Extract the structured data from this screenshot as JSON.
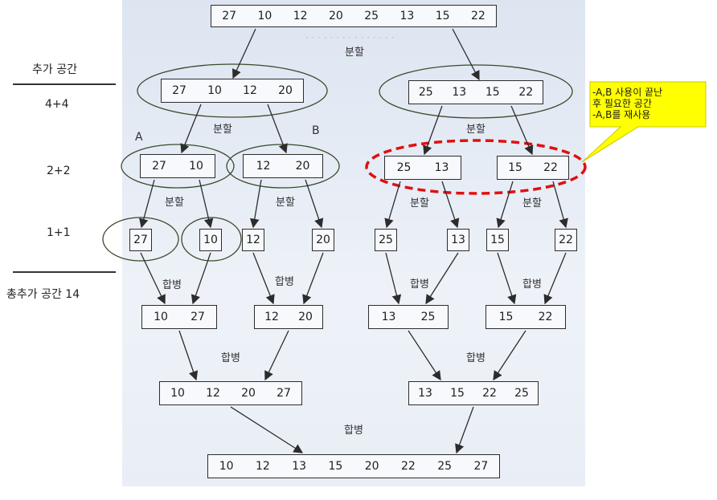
{
  "side": {
    "extra_space": "추가 공간",
    "level1": "4+4",
    "level2": "2+2",
    "level3": "1+1",
    "total": "총추가 공간 14"
  },
  "labels": {
    "split": "분할",
    "merge": "합병",
    "a": "A",
    "b": "B"
  },
  "callout": {
    "line1": "-A,B 사용이 끝난",
    "line2": "후 필요한 공간",
    "line3": "-A,B를 재사용",
    "color": "#ffff00"
  },
  "boxes": {
    "top": [
      "27",
      "10",
      "12",
      "20",
      "25",
      "13",
      "15",
      "22"
    ],
    "split_left": [
      "27",
      "10",
      "12",
      "20"
    ],
    "split_right": [
      "25",
      "13",
      "15",
      "22"
    ],
    "pair_1": [
      "27",
      "10"
    ],
    "pair_2": [
      "12",
      "20"
    ],
    "pair_3": [
      "25",
      "13"
    ],
    "pair_4": [
      "15",
      "22"
    ],
    "single_1": "27",
    "single_2": "10",
    "single_3": "12",
    "single_4": "20",
    "single_5": "25",
    "single_6": "13",
    "single_7": "15",
    "single_8": "22",
    "merged_1": [
      "10",
      "27"
    ],
    "merged_2": [
      "12",
      "20"
    ],
    "merged_3": [
      "13",
      "25"
    ],
    "merged_4": [
      "15",
      "22"
    ],
    "merged_left": [
      "10",
      "12",
      "20",
      "27"
    ],
    "merged_right": [
      "13",
      "15",
      "22",
      "25"
    ],
    "final": [
      "10",
      "12",
      "13",
      "15",
      "20",
      "22",
      "25",
      "27"
    ]
  },
  "colors": {
    "red_ellipse": "#e01010",
    "green_ellipse": "#3a4a2a"
  }
}
